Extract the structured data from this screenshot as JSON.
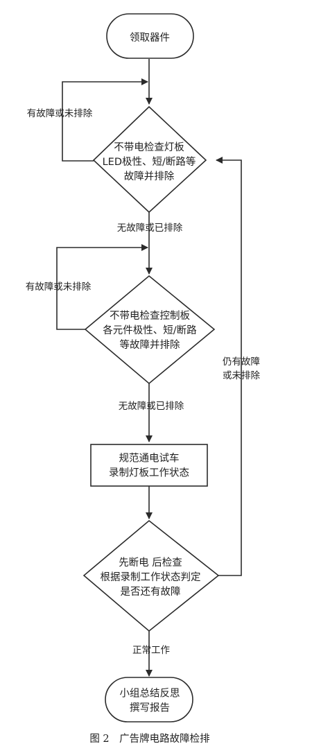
{
  "nodes": {
    "start": {
      "lines": [
        "领取器件"
      ]
    },
    "check_board": {
      "lines": [
        "不带电检查灯板",
        "LED极性、短/断路等",
        "故障并排除"
      ]
    },
    "check_control": {
      "lines": [
        "不带电检查控制板",
        "各元件极性、短/断路",
        "等故障并排除"
      ]
    },
    "power_test": {
      "lines": [
        "规范通电试车",
        "录制灯板工作状态"
      ]
    },
    "recheck": {
      "lines": [
        "先断电 后检查",
        "根据录制工作状态判定",
        "是否还有故障"
      ]
    },
    "end": {
      "lines": [
        "小组总结反思",
        "撰写报告"
      ]
    }
  },
  "edges": {
    "loop1": "有故障或未排除",
    "pass1": "无故障或已排除",
    "loop2": "有故障或未排除",
    "pass2": "无故障或已排除",
    "back": [
      "仍有故障",
      "或未排除"
    ],
    "normal": "正常工作"
  },
  "caption": "图 2　广告牌电路故障检排"
}
